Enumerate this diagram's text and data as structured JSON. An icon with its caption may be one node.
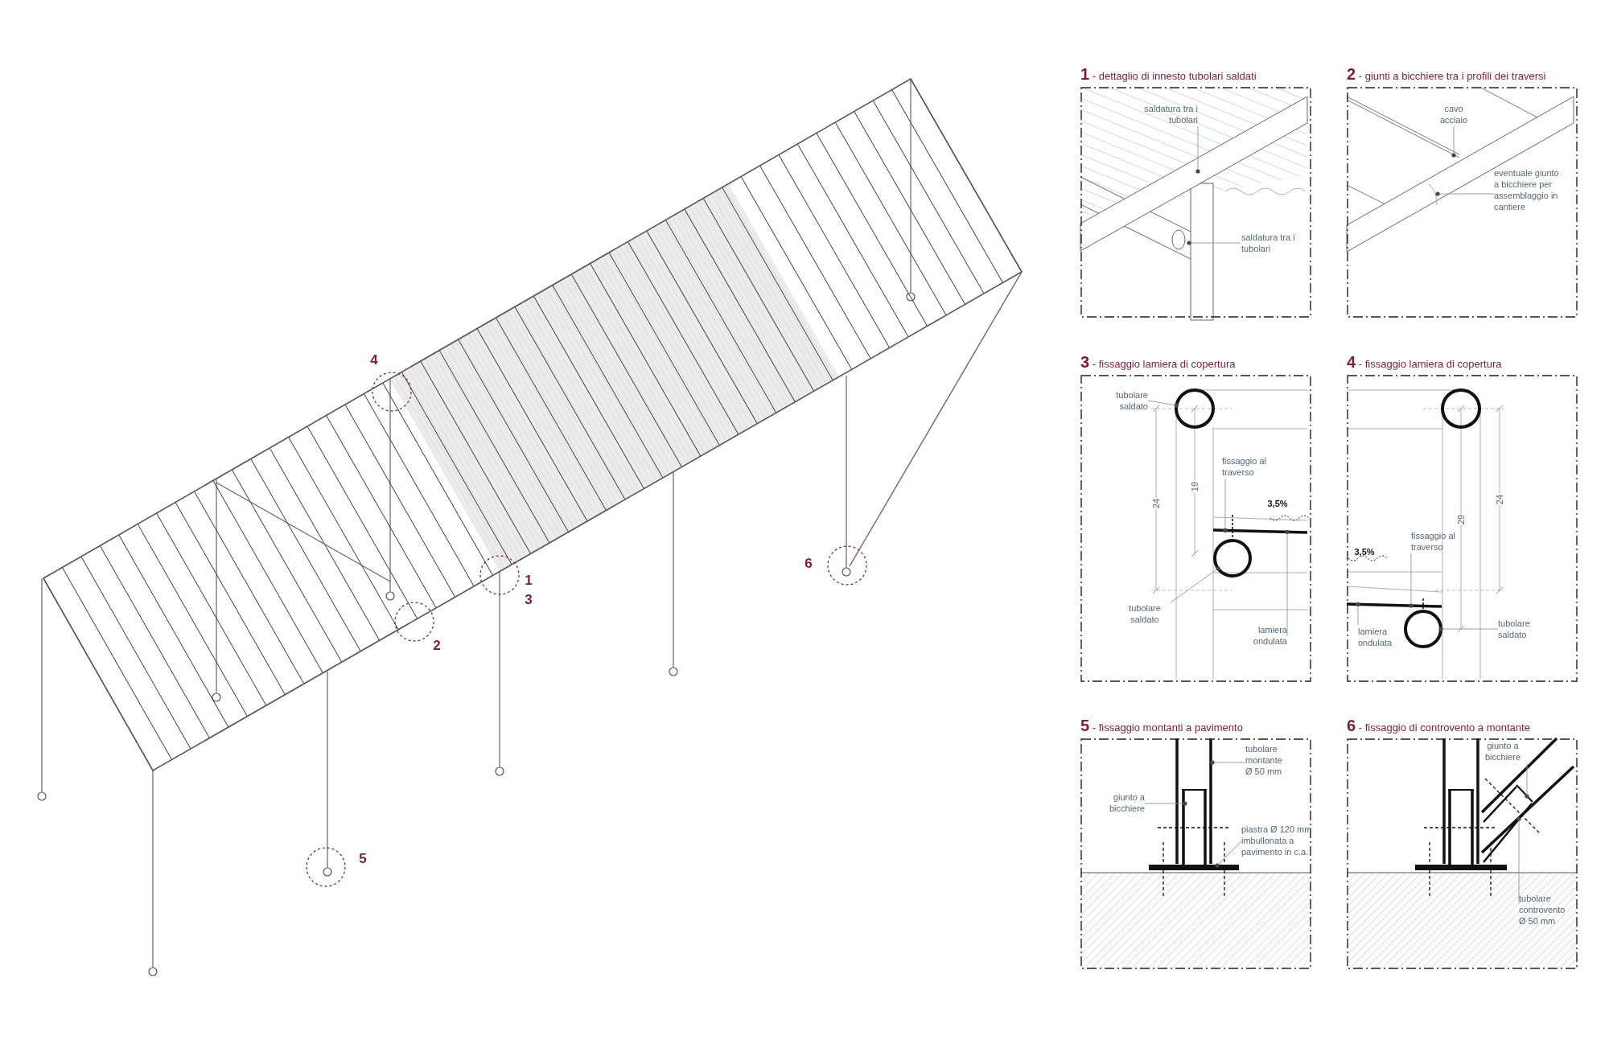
{
  "diagram": {
    "nodes": [
      {
        "text": [
          "**1** - dettaglio di innesto tubolari saldati"
        ]
      },
      {
        "text": [
          "saldatura tra i tubolari"
        ],
        "in": 0
      },
      {
        "text": [
          "saldatura tra i tubolari"
        ],
        "in": 0
      },
      {
        "text": [
          "**2** - giunti a bicchiere tra i profili dei traversi"
        ]
      },
      {
        "text": [
          "cavo acciaio"
        ],
        "in": 3
      },
      {
        "text": [
          "eventuale giunto a bicchiere per assemblaggio in cantiere"
        ],
        "in": 3
      },
      {
        "text": [
          "**3** - fissaggio lamiera di copertura"
        ]
      },
      {
        "text": [
          "tubolare saldato"
        ],
        "in": 6
      },
      {
        "text": [
          "fissaggio al traverso"
        ],
        "in": 6
      },
      {
        "text": [
          "tubolare saldato"
        ],
        "in": 6
      },
      {
        "text": [
          "lamiera ondulata"
        ],
        "in": 6
      },
      {
        "text": [
          "**4** - fissaggio lamiera di copertura"
        ]
      },
      {
        "text": [
          "fissaggio al traverso"
        ],
        "in": 11
      },
      {
        "text": [
          "lamiera ondulata"
        ],
        "in": 11
      },
      {
        "text": [
          "tubolare saldato"
        ],
        "in": 11
      },
      {
        "text": [
          "**5** - fissaggio montanti a pavimento"
        ]
      },
      {
        "text": [
          "tubolare montante Ø 50 mm"
        ],
        "in": 15
      },
      {
        "text": [
          "giunto a bicchiere"
        ],
        "in": 15
      },
      {
        "text": [
          "piastra Ø 120 mm imbullonata a pavimento in c.a."
        ],
        "in": 15
      },
      {
        "text": [
          "**6** - fissaggio di controvento a montante"
        ]
      },
      {
        "text": [
          "giunto a bicchiere"
        ],
        "in": 19
      },
      {
        "text": [
          "tubolare controvento Ø 50 mm"
        ],
        "in": 19
      },
      {
        "text": [],
        "shape": "circle",
        "in": 6
      },
      {
        "text": [],
        "shape": "bar",
        "in": 6
      },
      {
        "text": [],
        "shape": "circle",
        "in": 6
      },
      {
        "text": [],
        "shape": "bar",
        "in": 11
      },
      {
        "text": [],
        "shape": "circle",
        "in": 11
      }
    ],
    "edges": [
      {
        "from": 1,
        "to": null,
        "arrow": "other"
      },
      {
        "from": 2,
        "to": null,
        "arrow": "other"
      },
      {
        "from": 4,
        "to": null,
        "arrow": "other"
      },
      {
        "from": 5,
        "to": null,
        "arrow": "other"
      },
      {
        "from": 7,
        "to": 22,
        "arrow": "other"
      },
      {
        "from": 8,
        "to": 23,
        "arrow": "other"
      },
      {
        "from": 9,
        "to": 24,
        "arrow": "other"
      },
      {
        "from": 10,
        "to": 23,
        "arrow": "other"
      },
      {
        "from": 12,
        "to": 25,
        "arrow": "other"
      },
      {
        "from": 13,
        "to": 25,
        "arrow": "other"
      },
      {
        "from": 14,
        "to": 26,
        "arrow": "other"
      },
      {
        "from": 16,
        "to": null,
        "arrow": "other"
      },
      {
        "from": 17,
        "to": null,
        "arrow": "other"
      },
      {
        "from": 18,
        "to": null,
        "arrow": "other"
      },
      {
        "from": 20,
        "to": null,
        "arrow": "other"
      },
      {
        "from": 21,
        "to": null,
        "arrow": "other"
      }
    ],
    "labels": [
      "4",
      "1",
      "3",
      "6",
      "2",
      "5",
      "24",
      "19",
      "3,5%",
      "29",
      "24",
      "3,5%"
    ]
  }
}
